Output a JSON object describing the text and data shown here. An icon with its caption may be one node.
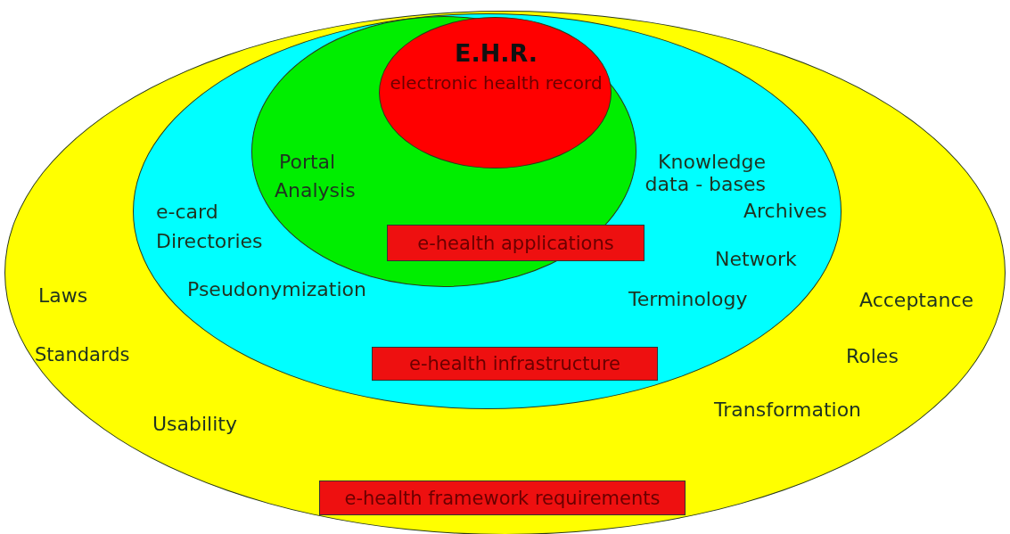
{
  "diagram": {
    "nodes": [
      {
        "text": [
          "Laws",
          "Standards",
          "Usability",
          "Acceptance",
          "Roles",
          "Transformation"
        ]
      },
      {
        "text": [
          "e-health framework requirements"
        ],
        "in": 0
      },
      {
        "text": [
          "e-card",
          "Directories",
          "Pseudonymization",
          "Archives",
          "Network",
          "Terminology"
        ],
        "in": 0
      },
      {
        "text": [
          "e-health infrastructure"
        ],
        "in": 2
      },
      {
        "text": [
          "Portal",
          "Analysis",
          "Knowledge data - bases"
        ],
        "in": 2
      },
      {
        "text": [
          "e-health applications"
        ],
        "in": 4
      },
      {
        "text": [
          "E.H.R.",
          "electronic health record"
        ],
        "in": 4
      }
    ],
    "edges": []
  }
}
